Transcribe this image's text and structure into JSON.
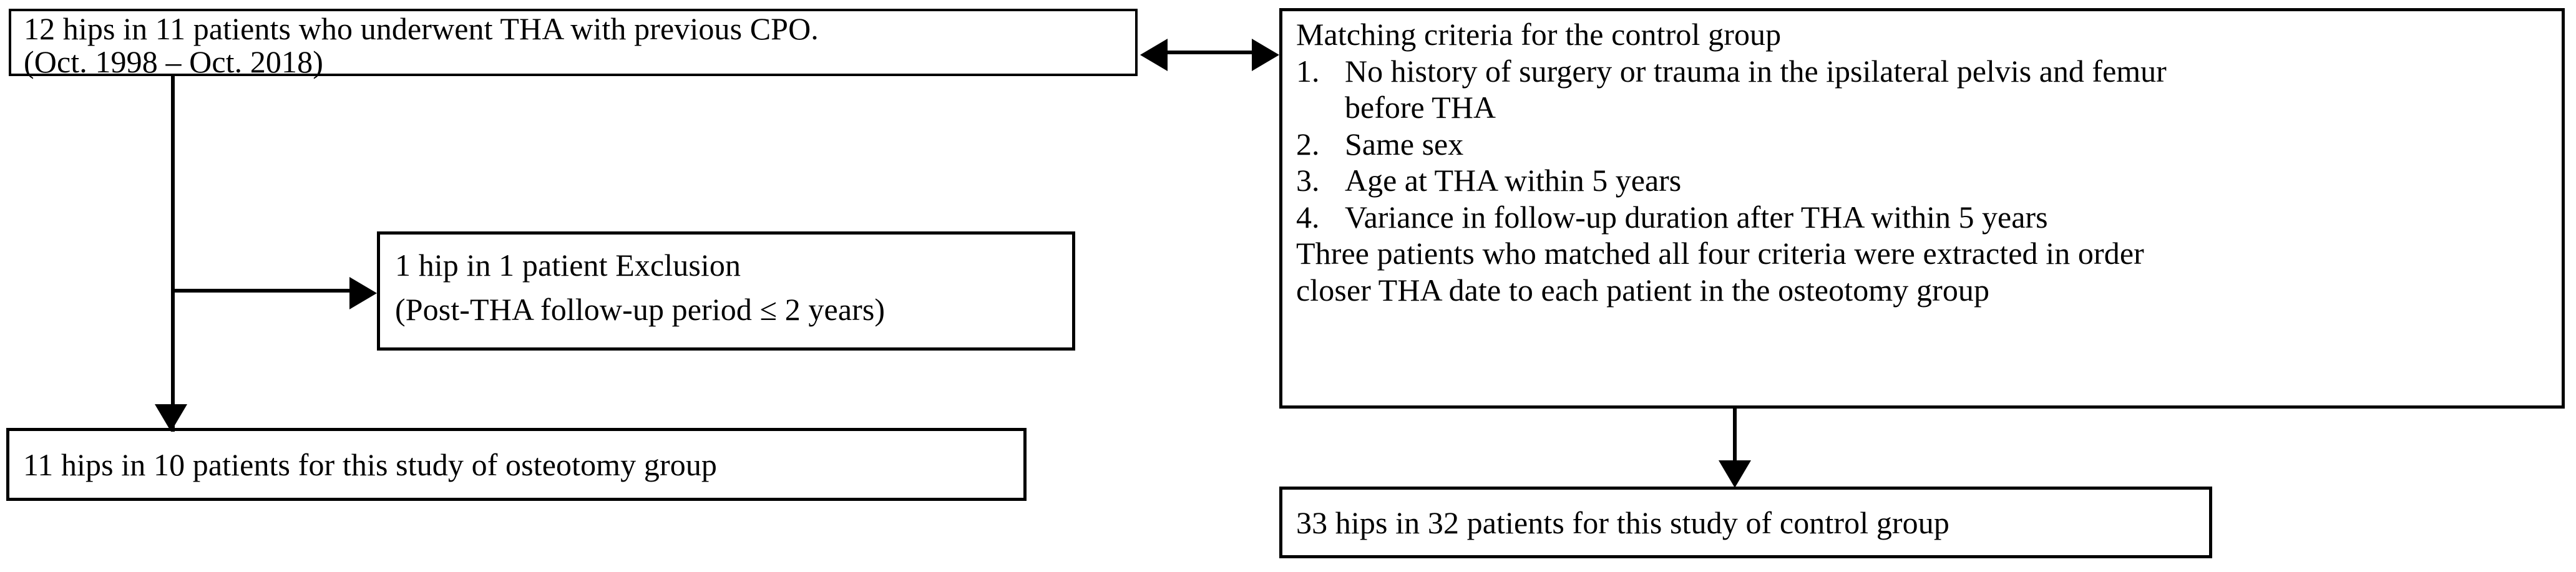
{
  "flowchart": {
    "title": "Patient selection flow diagram",
    "colors": {
      "border": "#000000",
      "background": "#ffffff",
      "text": "#000000"
    },
    "source_box": {
      "line1": "12 hips in 11 patients who underwent THA with previous CPO.",
      "line2": "(Oct. 1998 – Oct. 2018)"
    },
    "exclusion_box": {
      "line1": "1 hip in 1 patient Exclusion",
      "line2": "(Post-THA follow-up period ≤ 2 years)"
    },
    "osteotomy_box": {
      "line1": "11 hips in 10 patients for this study of osteotomy group"
    },
    "criteria_box": {
      "heading": "Matching criteria for the control group",
      "items": [
        {
          "number": "1.",
          "line1": "No history of surgery or trauma in the ipsilateral pelvis and femur",
          "line2": "before THA"
        },
        {
          "number": "2.",
          "line1": "Same sex",
          "line2": ""
        },
        {
          "number": "3.",
          "line1": "Age at THA  within 5 years",
          "line2": ""
        },
        {
          "number": "4.",
          "line1": "Variance in follow-up duration after THA  within 5 years",
          "line2": ""
        }
      ],
      "footer_line1": "Three patients who matched all four criteria were extracted in order",
      "footer_line2": "closer THA  date to each patient in the osteotomy group"
    },
    "control_box": {
      "line1": "33 hips in 32 patients for this study of control group"
    },
    "connectors": {
      "source_to_criteria": "double-headed-horizontal-arrow",
      "source_to_exclusion": "right-arrow",
      "source_to_osteotomy": "down-arrow",
      "criteria_to_control": "down-arrow"
    }
  }
}
